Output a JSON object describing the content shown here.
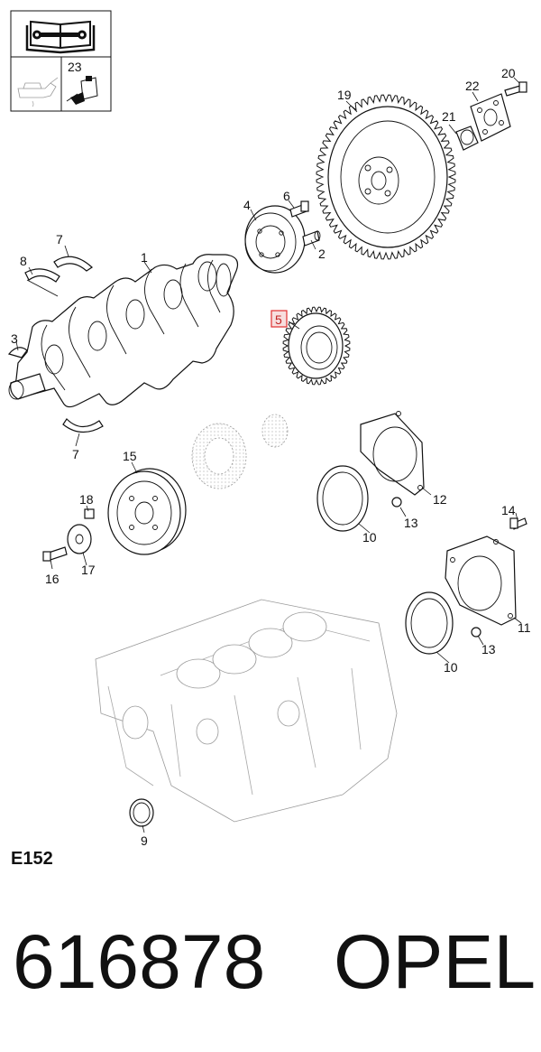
{
  "diagram_code": "E152",
  "part_number": "616878",
  "brand": "OPEL",
  "highlight_color": "#e03030",
  "highlighted_part": "5",
  "icon_box": {
    "top_icon": "repair-manual-book-wrench-icon",
    "bottom_left_icon": "oil-can-icon",
    "bottom_right_icon": "sealant-tube-icon",
    "bottom_right_label": "23"
  },
  "callouts": {
    "c1": "1",
    "c2": "2",
    "c3": "3",
    "c4": "4",
    "c5": "5",
    "c6": "6",
    "c7a": "7",
    "c7b": "7",
    "c8": "8",
    "c9": "9",
    "c10a": "10",
    "c10b": "10",
    "c11": "11",
    "c12": "12",
    "c13a": "13",
    "c13b": "13",
    "c14": "14",
    "c15": "15",
    "c16": "16",
    "c17": "17",
    "c18": "18",
    "c19": "19",
    "c20": "20",
    "c21": "21",
    "c22": "22"
  }
}
